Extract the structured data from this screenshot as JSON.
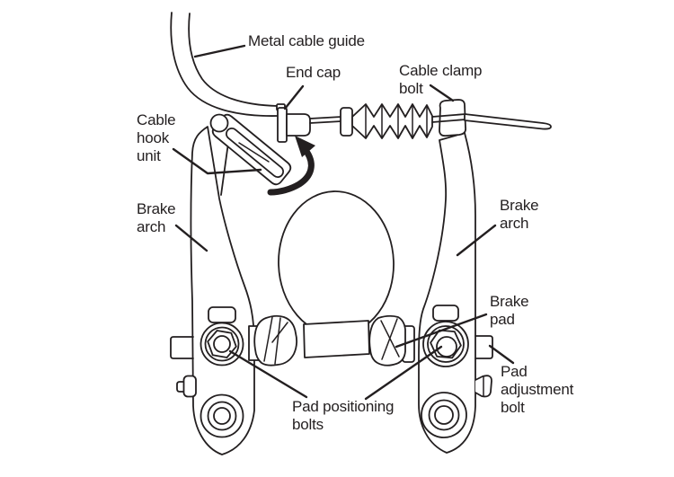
{
  "colors": {
    "background": "#ffffff",
    "line": "#231f20",
    "text": "#231f20"
  },
  "labels": {
    "metal_cable_guide": "Metal cable guide",
    "end_cap": "End cap",
    "cable_clamp_bolt": "Cable clamp\nbolt",
    "cable_hook_unit": "Cable\nhook\nunit",
    "brake_arch_left": "Brake\narch",
    "brake_arch_right": "Brake\narch",
    "brake_pad": "Brake\npad",
    "pad_positioning_bolts": "Pad positioning\nbolts",
    "pad_adjustment_bolt": "Pad\nadjustment\nbolt"
  }
}
